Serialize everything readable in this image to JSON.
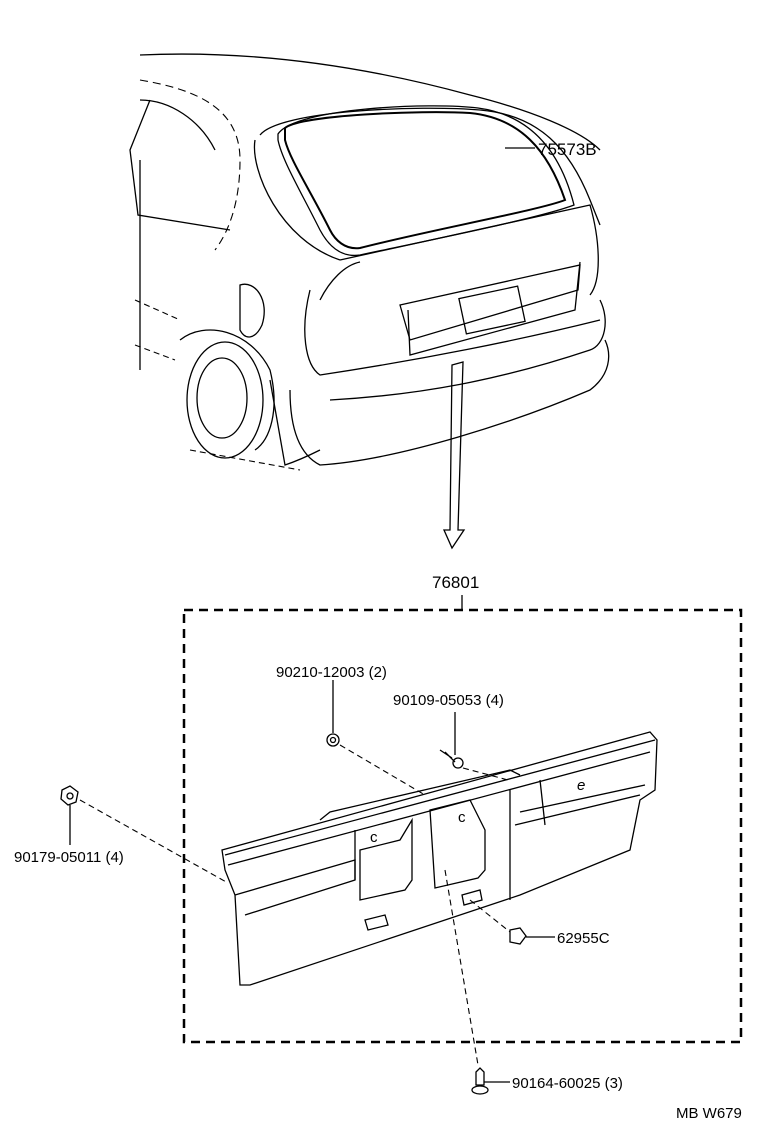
{
  "diagram": {
    "callouts": {
      "glass_seal": "75573B",
      "assembly": "76801",
      "nut_top": "90210-12003 (2)",
      "bolt": "90109-05053 (4)",
      "nut_left": "90179-05011 (4)",
      "clip": "62955C",
      "screw": "90164-60025 (3)"
    },
    "figure_code": "MB W679"
  }
}
